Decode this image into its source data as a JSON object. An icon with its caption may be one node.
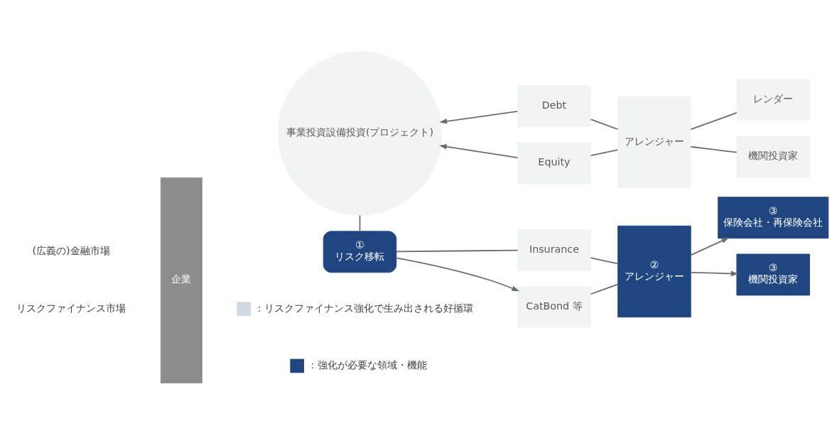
{
  "diagram": {
    "nodes": [
      {
        "text": [
          "企業"
        ]
      },
      {
        "text": [
          "事業投資設備投資(プロジェクト)"
        ]
      },
      {
        "text": [
          "Debt"
        ]
      },
      {
        "text": [
          "アレンジャー"
        ]
      },
      {
        "text": [
          "レンダー"
        ]
      },
      {
        "text": [
          "Equity"
        ]
      },
      {
        "text": [
          "機関投資家"
        ]
      },
      {
        "text": [
          "①",
          "リスク移転"
        ]
      },
      {
        "text": [
          "Insurance"
        ]
      },
      {
        "text": [
          "②",
          "アレンジャー"
        ]
      },
      {
        "text": [
          "③",
          "保険会社・再保険会社"
        ]
      },
      {
        "text": [
          "CatBond 等"
        ]
      },
      {
        "text": [
          "③",
          "機関投資家"
        ]
      }
    ],
    "edges": [
      {
        "from": 2,
        "to": 1,
        "arrow": "to"
      },
      {
        "from": 2,
        "to": 3,
        "arrow": "none"
      },
      {
        "from": 3,
        "to": 4,
        "arrow": "none"
      },
      {
        "from": 5,
        "to": 1,
        "arrow": "to"
      },
      {
        "from": 5,
        "to": 3,
        "arrow": "none"
      },
      {
        "from": 3,
        "to": 6,
        "arrow": "none"
      },
      {
        "from": 1,
        "to": 7,
        "arrow": "none"
      },
      {
        "from": 7,
        "to": 8,
        "arrow": "none"
      },
      {
        "from": 8,
        "to": 9,
        "arrow": "none"
      },
      {
        "from": 9,
        "to": 10,
        "arrow": "to"
      },
      {
        "from": 7,
        "to": 11,
        "arrow": "to"
      },
      {
        "from": 11,
        "to": 9,
        "arrow": "none"
      },
      {
        "from": 9,
        "to": 12,
        "arrow": "to"
      }
    ],
    "labels": [
      "(広義の)金融市場",
      "リスクファイナンス市場"
    ],
    "legend": [
      {
        "text": "：リスクファイナンス強化で生み出される好循環"
      },
      {
        "text": "：強化が必要な領域・機能",
        "color": "#1f4680"
      }
    ]
  }
}
